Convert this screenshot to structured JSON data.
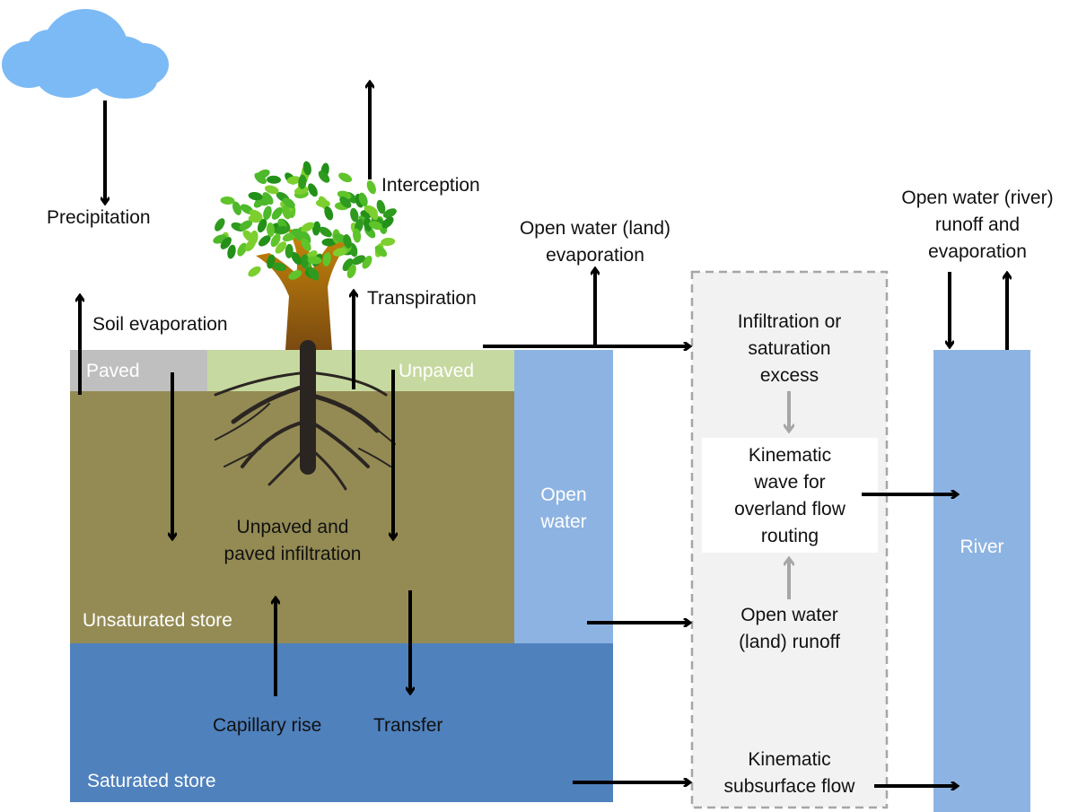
{
  "colors": {
    "cloud": "#7cbaf6",
    "paved": "#bfbfbf",
    "unpaved": "#c6d9a0",
    "unsaturated": "#948b54",
    "saturated": "#4f81bd",
    "open_water": "#8db3e2",
    "river": "#8db3e2",
    "routing_box": "#f2f2f2",
    "routing_border": "#a6a6a6",
    "arrow": "#000000",
    "gray_arrow": "#a6a6a6"
  },
  "labels": {
    "precipitation": "Precipitation",
    "interception": "Interception",
    "transpiration": "Transpiration",
    "soil_evaporation": "Soil evaporation",
    "open_water_land_evaporation": "Open water (land)\nevaporation",
    "open_water_river": "Open water (river)\nrunoff and\nevaporation",
    "paved": "Paved",
    "unpaved": "Unpaved",
    "infiltration": "Unpaved and\npaved infiltration",
    "unsaturated_store": "Unsaturated store",
    "saturated_store": "Saturated store",
    "capillary_rise": "Capillary rise",
    "transfer": "Transfer",
    "open_water": "Open\nwater",
    "river": "River",
    "infiltration_excess": "Infiltration or\nsaturation\nexcess",
    "kinematic_wave": "Kinematic\nwave for\noverland flow\nrouting",
    "open_water_land_runoff": "Open water\n(land) runoff",
    "kinematic_subsurface": "Kinematic\nsubsurface flow"
  }
}
